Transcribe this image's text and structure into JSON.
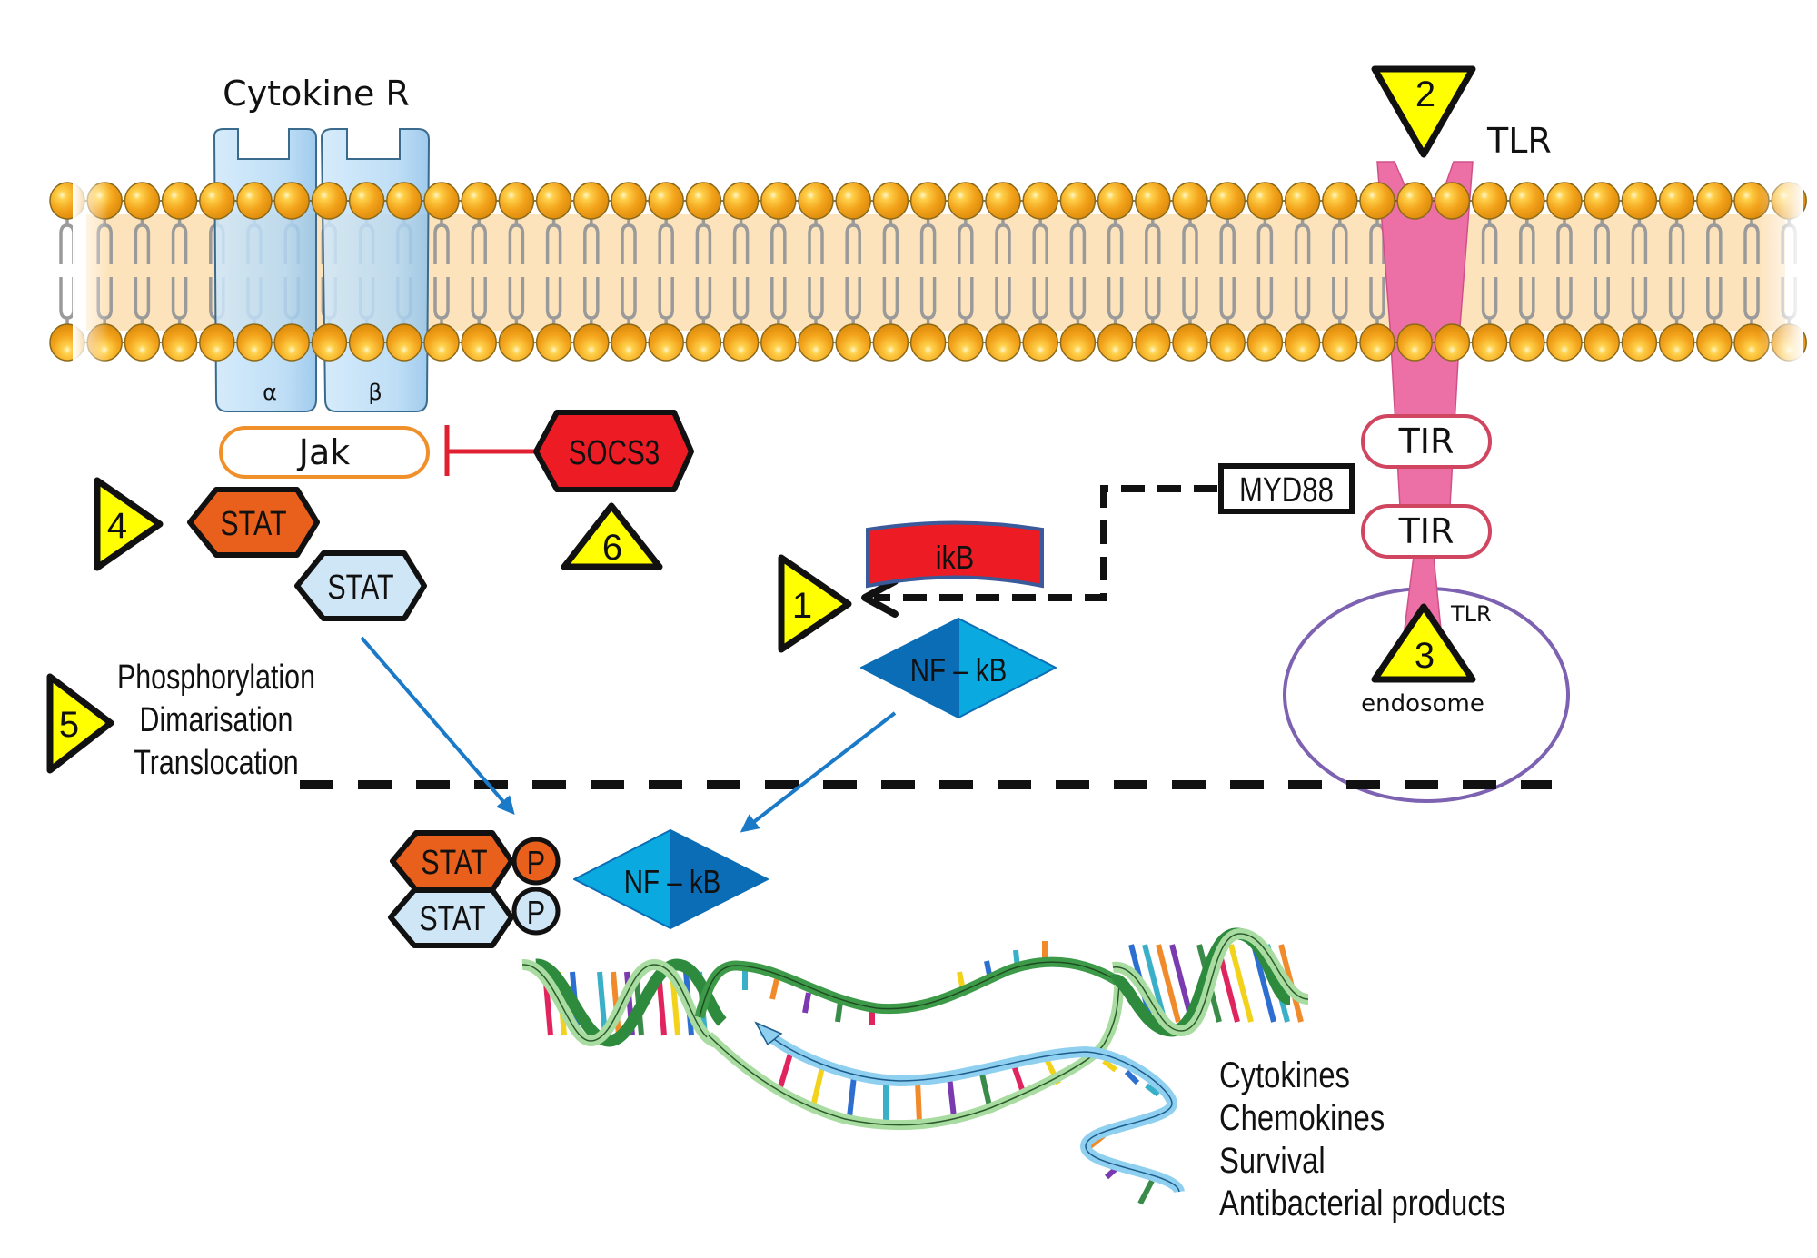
{
  "title": "Cytokine receptor and TLR signalling pathways",
  "cytokine_receptor": {
    "label": "Cytokine R",
    "alpha_label": "α",
    "beta_label": "β",
    "color": "#bfe0f7"
  },
  "tlr": {
    "label": "TLR",
    "endosomal_label": "TLR",
    "color": "#ec6fa5",
    "tir_label": "TIR",
    "tir_label_2": "TIR",
    "endosome_label": "endosome",
    "endosome_color": "#7c62b0"
  },
  "jak": {
    "label": "Jak",
    "border_color": "#f0902a"
  },
  "socs3": {
    "label": "SOCS3",
    "color": "#ed1c24"
  },
  "stat": {
    "active_label": "STAT",
    "inactive_label": "STAT",
    "active_color": "#e8601c",
    "inactive_color": "#cfe6f7"
  },
  "myd88": {
    "label": "MYD88"
  },
  "ikb": {
    "label": "ikB",
    "color": "#ed1c24"
  },
  "nfkb": {
    "label": "NF – kB",
    "label_nucleus": "NF – kB",
    "dark_color": "#0a6db5",
    "light_color": "#0aaae0"
  },
  "phospho": {
    "label": "P",
    "label_2": "P"
  },
  "steps": [
    {
      "number": "1"
    },
    {
      "number": "2"
    },
    {
      "number": "3"
    },
    {
      "number": "4"
    },
    {
      "number": "5"
    },
    {
      "number": "6"
    }
  ],
  "step5_text": [
    "Phosphorylation",
    "Dimarisation",
    "Translocation"
  ],
  "outputs": [
    "Cytokines",
    "Chemokines",
    "Survival",
    "Antibacterial products"
  ],
  "colors": {
    "marker_yellow": "#ffff00",
    "arrow_blue": "#1a7ac8",
    "membrane_band": "#fde3bb",
    "lipid_head": "#f2a21a",
    "lipid_tail": "#9a9a9a",
    "inhibition_red": "#e02030"
  }
}
